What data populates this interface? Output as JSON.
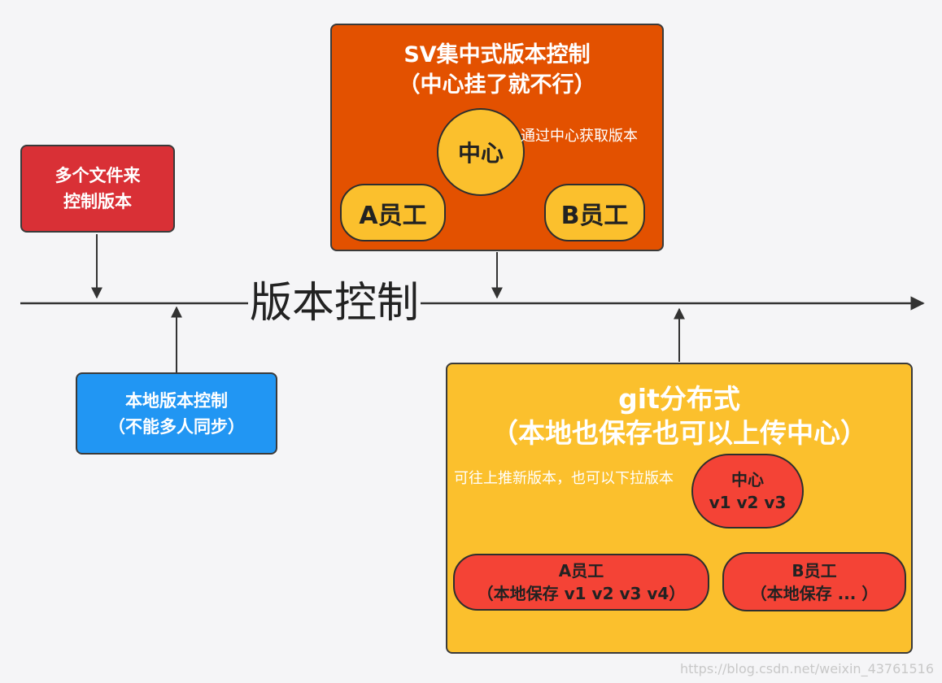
{
  "timeline": {
    "label": "版本控制"
  },
  "multi_file_box": {
    "line1": "多个文件来",
    "line2": "控制版本",
    "color": "#d93036"
  },
  "local_box": {
    "line1": "本地版本控制",
    "line2": "（不能多人同步）",
    "color": "#2196f3"
  },
  "svn_box": {
    "title": "SV集中式版本控制",
    "subtitle": "（中心挂了就不行）",
    "color": "#e35100",
    "center": "中心",
    "note": "通过中心获取版本",
    "employee_a": "A员工",
    "employee_b": "B员工",
    "node_color": "#fbc02d"
  },
  "git_box": {
    "title": "git分布式",
    "subtitle": "（本地也保存也可以上传中心）",
    "color": "#fbc02d",
    "note": "可往上推新版本，也可以下拉版本",
    "center": {
      "line1": "中心",
      "line2": "v1 v2 v3"
    },
    "employee_a": {
      "line1": "A员工",
      "line2": "（本地保存 v1 v2 v3 v4）"
    },
    "employee_b": {
      "line1": "B员工",
      "line2": "（本地保存 ... ）"
    },
    "node_color": "#f44336"
  },
  "watermark": "https://blog.csdn.net/weixin_43761516"
}
